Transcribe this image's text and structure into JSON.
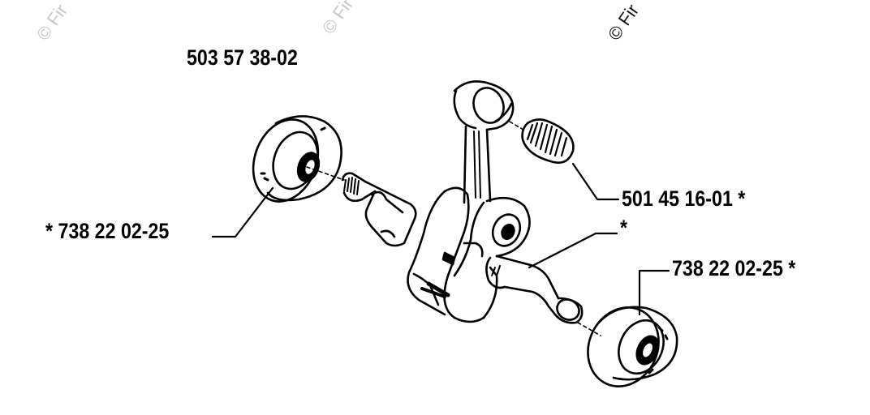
{
  "watermark": {
    "text": "© Fir",
    "faint_color": "#c8c8c8"
  },
  "assembly": {
    "part_number": "503 57 38-02"
  },
  "callouts": {
    "needle_bearing": "501 45 16-01  *",
    "main_bearing_left": "*  738 22 02-25",
    "main_bearing_right": "738 22 02-25  *",
    "crank_marker": "*"
  },
  "parts": [
    {
      "name": "crankshaft",
      "icon": "crankshaft-icon"
    },
    {
      "name": "connecting-rod",
      "icon": "connecting-rod-icon"
    },
    {
      "name": "needle-bearing",
      "icon": "needle-bearing-icon"
    },
    {
      "name": "ball-bearing-left",
      "icon": "ball-bearing-icon"
    },
    {
      "name": "ball-bearing-right",
      "icon": "ball-bearing-icon"
    }
  ]
}
